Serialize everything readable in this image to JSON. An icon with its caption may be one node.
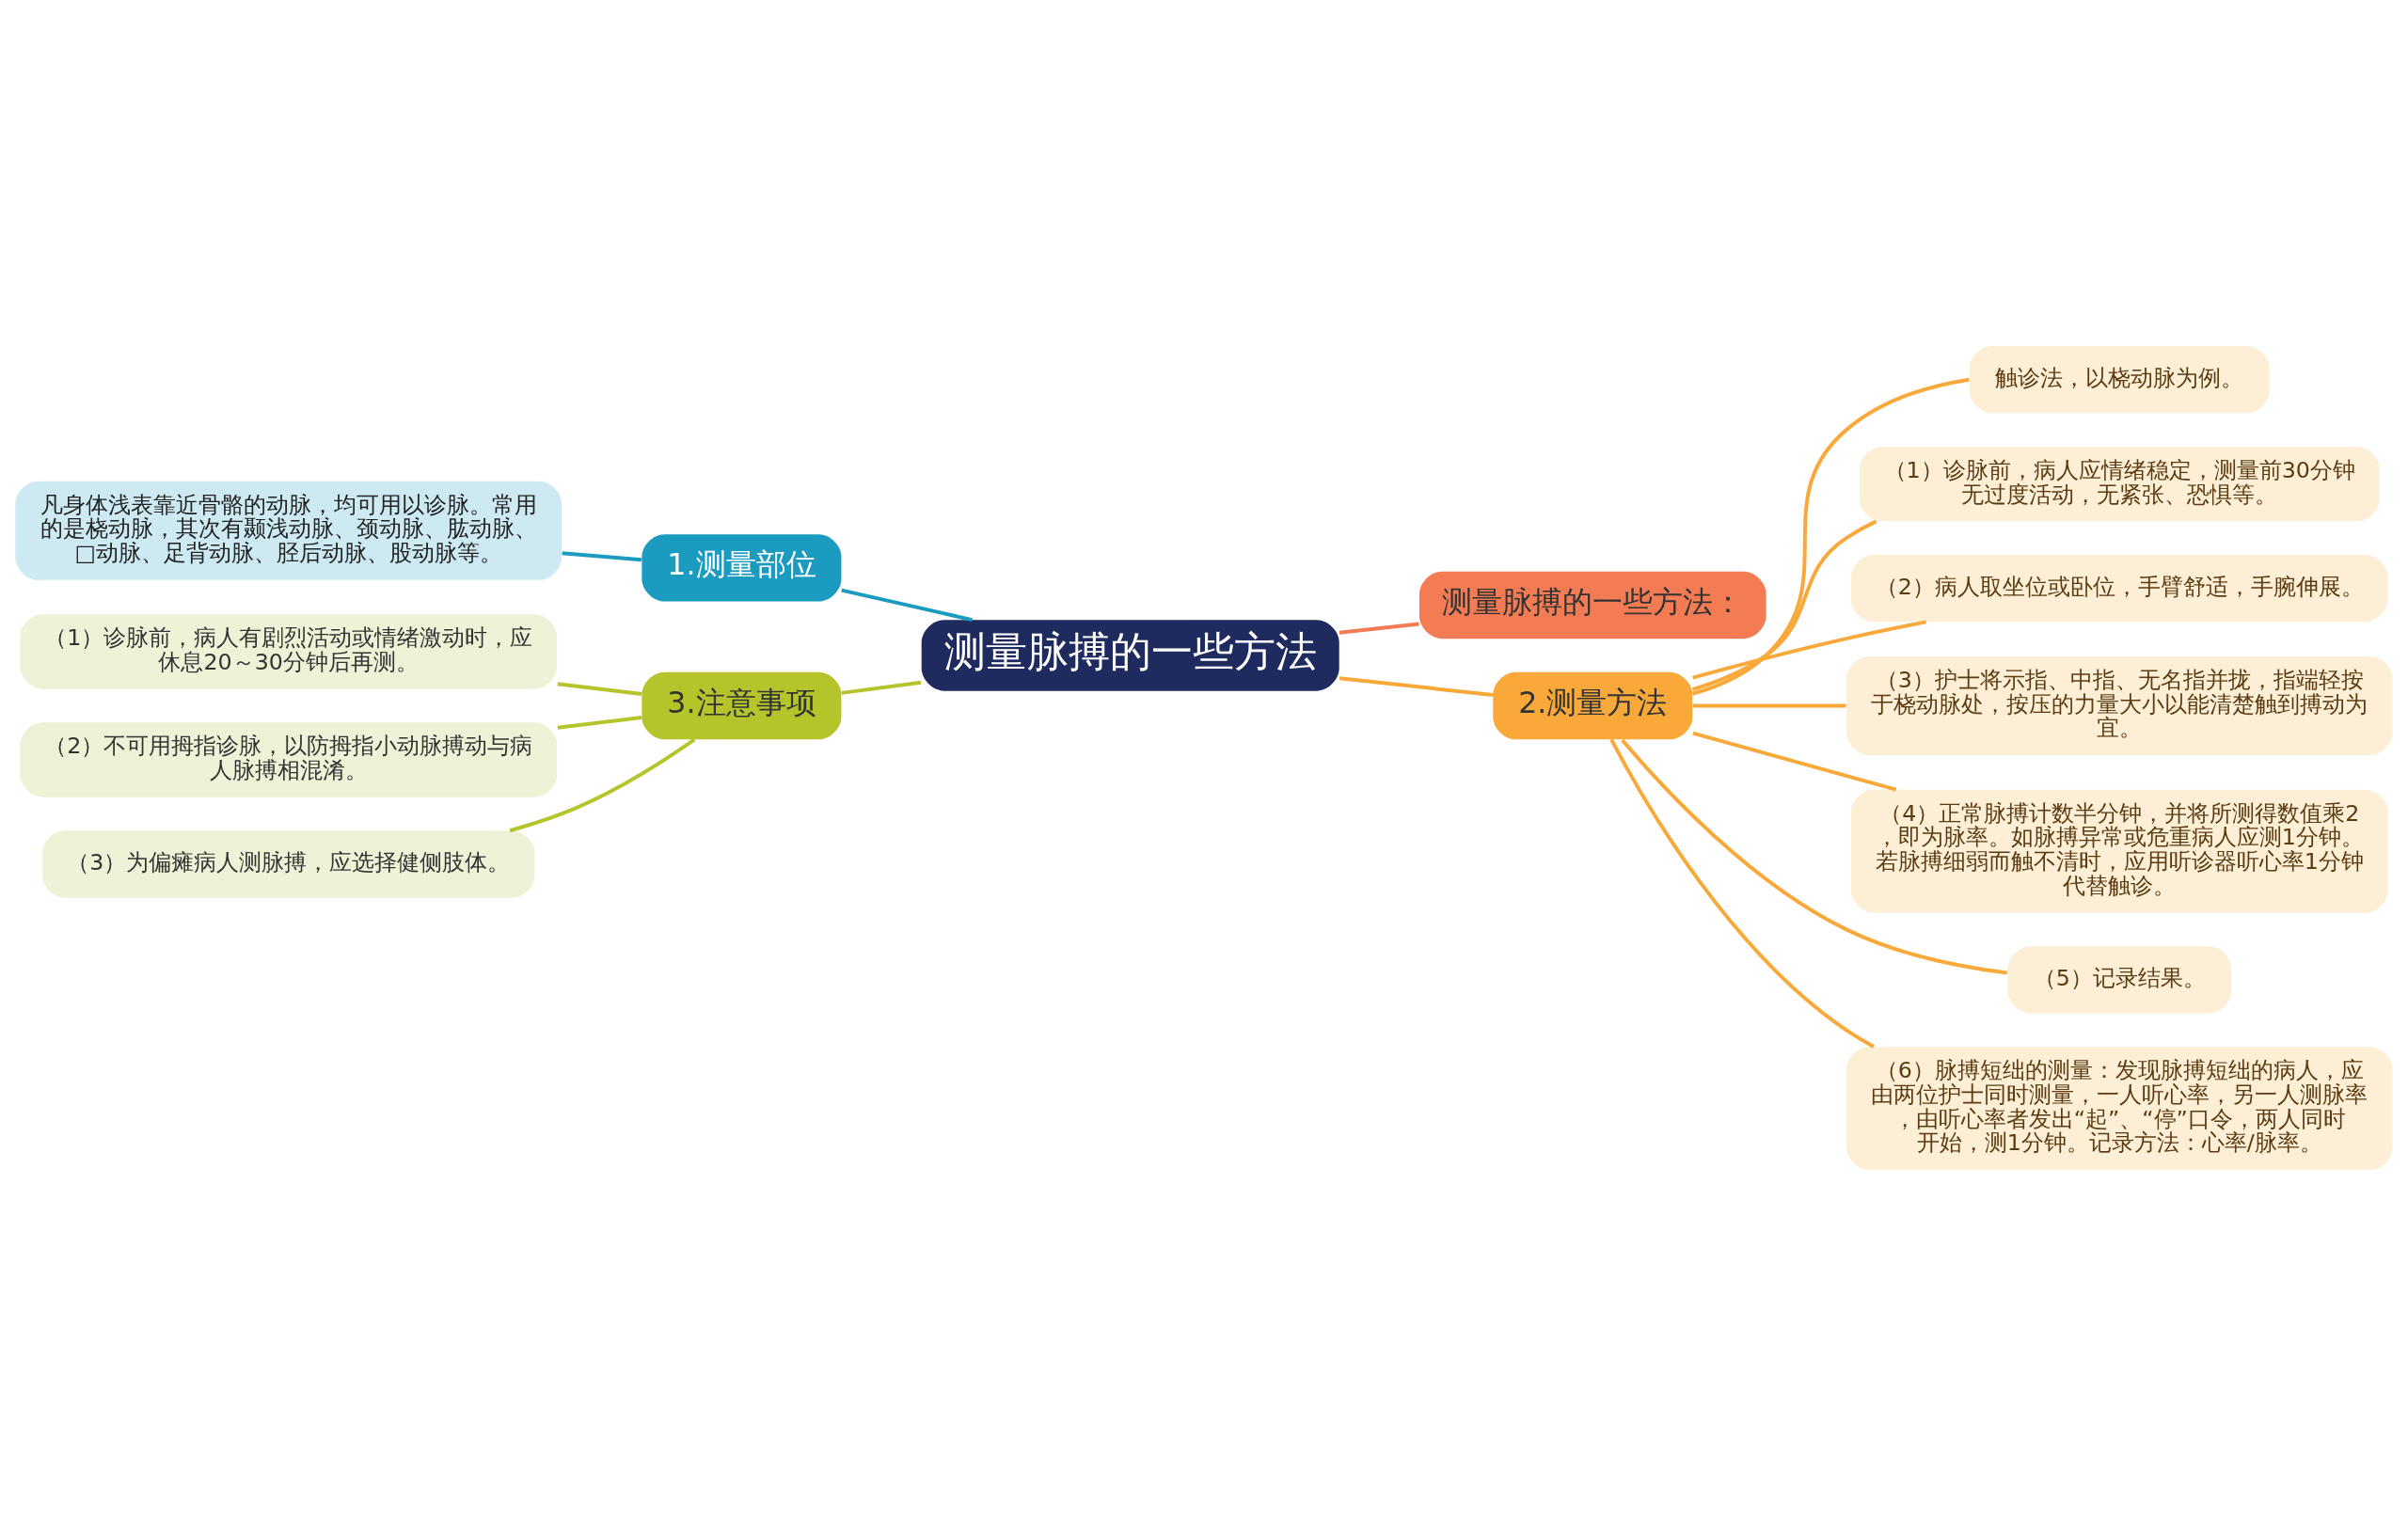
{
  "diagram": {
    "nodes": [
      {
        "text": [
          "测量脉搏的一些方法"
        ]
      },
      {
        "text": [
          "1.测量部位"
        ]
      },
      {
        "text": [
          "凡身体浅表靠近骨骼的动脉，均可用以诊脉。常用的是桡动脉，其次有颞浅动脉、颈动脉、肱动脉、□动脉、足背动脉、胫后动脉、股动脉等。"
        ]
      },
      {
        "text": [
          "3.注意事项"
        ]
      },
      {
        "text": [
          "（1）诊脉前，病人有剧烈活动或情绪激动时，应休息20～30分钟后再测。"
        ]
      },
      {
        "text": [
          "（2）不可用拇指诊脉，以防拇指小动脉搏动与病人脉搏相混淆。"
        ]
      },
      {
        "text": [
          "（3）为偏瘫病人测脉搏，应选择健侧肢体。"
        ]
      },
      {
        "text": [
          "测量脉搏的一些方法："
        ]
      },
      {
        "text": [
          "2.测量方法"
        ]
      },
      {
        "text": [
          "触诊法，以桡动脉为例。"
        ]
      },
      {
        "text": [
          "（1）诊脉前，病人应情绪稳定，测量前30分钟无过度活动，无紧张、恐惧等。"
        ]
      },
      {
        "text": [
          "（2）病人取坐位或卧位，手臂舒适，手腕伸展。"
        ]
      },
      {
        "text": [
          "（3）护士将示指、中指、无名指并拢，指端轻按于桡动脉处，按压的力量大小以能清楚触到搏动为宜。"
        ]
      },
      {
        "text": [
          "（4）正常脉搏计数半分钟，并将所测得数值乘2，即为脉率。如脉搏异常或危重病人应测1分钟。若脉搏细弱而触不清时，应用听诊器听心率1分钟代替触诊。"
        ]
      },
      {
        "text": [
          "（5）记录结果。"
        ]
      },
      {
        "text": [
          "（6）脉搏短绌的测量：发现脉搏短绌的病人，应由两位护士同时测量，一人听心率，另一人测脉率，由听心率者发出“起”、“停”口令，两人同时开始，测1分钟。记录方法：心率/脉率。"
        ]
      }
    ],
    "edges": [
      {
        "from": 1,
        "to": 0,
        "arrow": "none",
        "color": "#1a9bbf"
      },
      {
        "from": 2,
        "to": 1,
        "arrow": "none",
        "color": "#1a9bbf"
      },
      {
        "from": 3,
        "to": 0,
        "arrow": "none",
        "color": "#b5c42a"
      },
      {
        "from": 4,
        "to": 3,
        "arrow": "none",
        "color": "#b5c42a"
      },
      {
        "from": 5,
        "to": 3,
        "arrow": "none",
        "color": "#b5c42a"
      },
      {
        "from": 6,
        "to": 3,
        "arrow": "none",
        "color": "#b5c42a"
      },
      {
        "from": 0,
        "to": 7,
        "arrow": "none",
        "color": "#f47c55"
      },
      {
        "from": 0,
        "to": 8,
        "arrow": "none"
      },
      {
        "from": 8,
        "to": 9,
        "arrow": "none"
      },
      {
        "from": 8,
        "to": 10,
        "arrow": "none"
      },
      {
        "from": 8,
        "to": 11,
        "arrow": "none"
      },
      {
        "from": 8,
        "to": 12,
        "arrow": "none"
      },
      {
        "from": 8,
        "to": 13,
        "arrow": "none"
      },
      {
        "from": 8,
        "to": 14,
        "arrow": "none"
      },
      {
        "from": 8,
        "to": 15,
        "arrow": "none"
      }
    ]
  }
}
